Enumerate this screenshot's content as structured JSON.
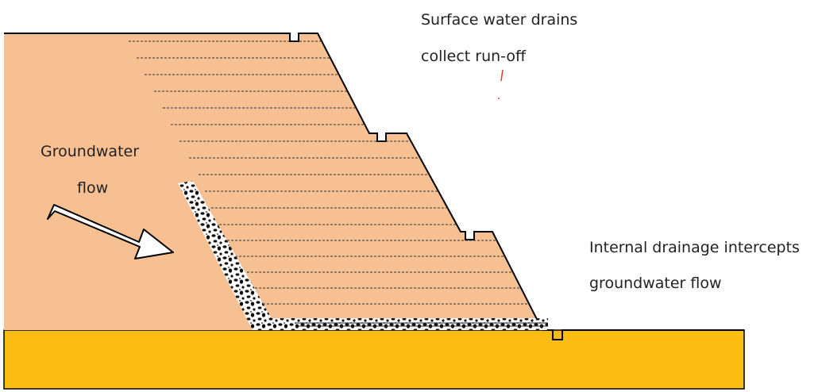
{
  "labels": {
    "surface_line1": "Surface water drains",
    "surface_line2": "collect run-off",
    "internal_line1": "Internal drainage intercepts",
    "internal_line2": "groundwater flow",
    "groundwater_line1": "Groundwater",
    "groundwater_line2": "flow"
  },
  "colors": {
    "soil": "#F7C093",
    "foundation": "#FCBD12",
    "outline": "#000000",
    "arrow_fill": "#FFFFFF",
    "drain_gravel": "#FFFFFF",
    "red_mark": "#E53935"
  }
}
